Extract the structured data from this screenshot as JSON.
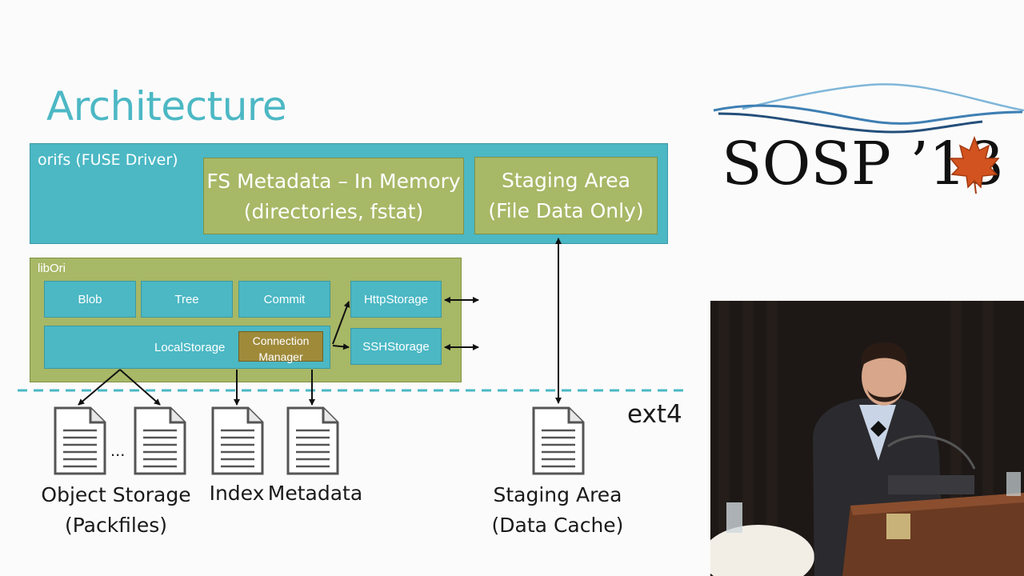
{
  "slide": {
    "title": "Architecture",
    "orifs_label": "orifs (FUSE Driver)",
    "fs_metadata": [
      "FS Metadata – In Memory",
      "(directories, fstat)"
    ],
    "staging_area": [
      "Staging Area",
      "(File Data Only)"
    ],
    "libori_label": "libOri",
    "components": {
      "blob": "Blob",
      "tree": "Tree",
      "commit": "Commit",
      "http_storage": "HttpStorage",
      "ssh_storage": "SSHStorage",
      "local_storage": "LocalStorage",
      "connection_manager": [
        "Connection",
        "Manager"
      ]
    },
    "ext4_label": "ext4",
    "ellipsis": "...",
    "bottom_labels": {
      "object_storage": [
        "Object Storage",
        "(Packfiles)"
      ],
      "index": "Index",
      "metadata": "Metadata",
      "staging": [
        "Staging Area",
        "(Data Cache)"
      ]
    }
  },
  "logo": {
    "text": "SOSP ’13"
  },
  "colors": {
    "teal": "#4bb8c4",
    "green": "#a7b866",
    "brown": "#9f8a3a",
    "dash": "#4bb8c4",
    "title": "#4cb8c4"
  }
}
